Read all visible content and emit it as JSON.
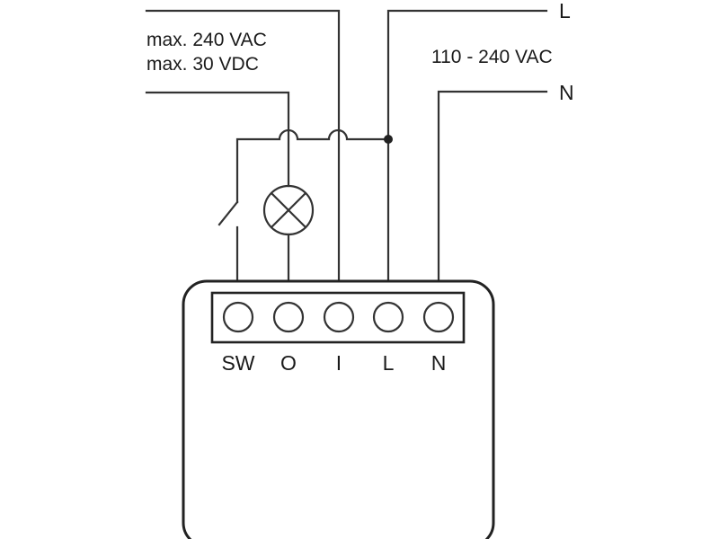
{
  "load_rating": {
    "line1": "max. 240 VAC",
    "line2": "max. 30 VDC"
  },
  "supply_rating": "110 - 240 VAC",
  "line_labels": {
    "live": "L",
    "neutral": "N"
  },
  "terminals": [
    {
      "id": "sw",
      "label": "SW"
    },
    {
      "id": "o",
      "label": "O"
    },
    {
      "id": "i",
      "label": "I"
    },
    {
      "id": "l",
      "label": "L"
    },
    {
      "id": "n",
      "label": "N"
    }
  ],
  "symbols": {
    "lamp": "lamp-icon",
    "switch": "switch-icon",
    "junction": "junction-dot"
  },
  "colors": {
    "line": "#333333",
    "text": "#1a1a1a",
    "background": "#ffffff"
  }
}
